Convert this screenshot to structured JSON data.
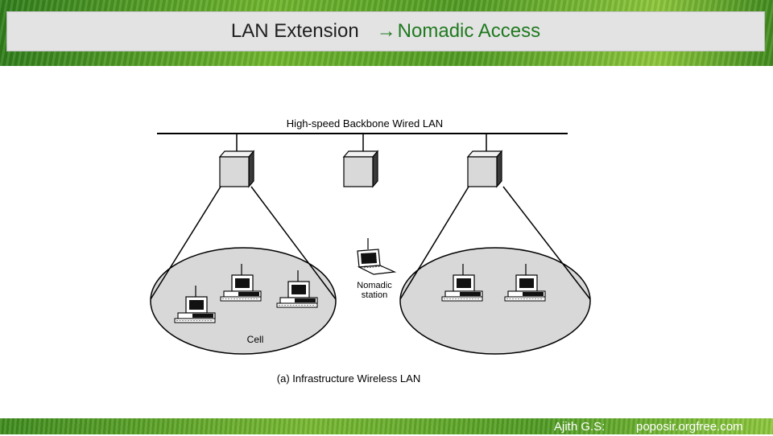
{
  "slide": {
    "title_left": "LAN Extension",
    "title_arrow": "→",
    "title_right": "Nomadic Access",
    "footer_author": "Ajith G.S:",
    "footer_site": "poposir.orgfree.com"
  },
  "diagram": {
    "backbone_label": "High-speed Backbone Wired LAN",
    "nomadic_label_line1": "Nomadic",
    "nomadic_label_line2": "station",
    "cell_label": "Cell",
    "caption": "(a) Infrastructure Wireless LAN"
  },
  "colors": {
    "accent_green": "#1f7a1f",
    "cell_fill": "#d8d8d8"
  }
}
